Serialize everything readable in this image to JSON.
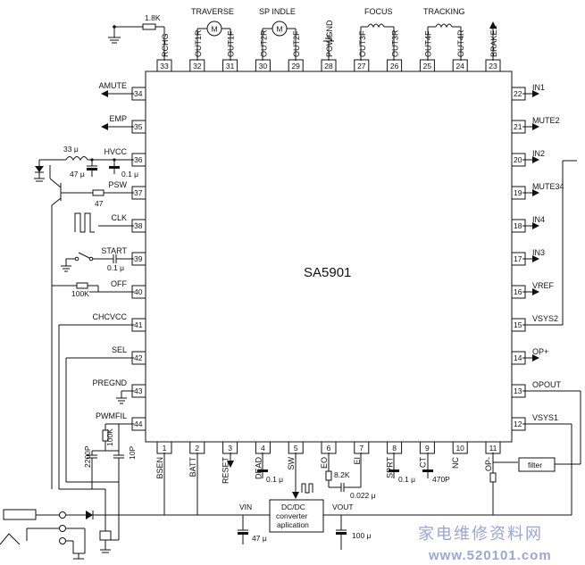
{
  "chip": {
    "name": "SA5901"
  },
  "pins_left": [
    {
      "num": "34",
      "label": "AMUTE"
    },
    {
      "num": "35",
      "label": "EMP"
    },
    {
      "num": "36",
      "label": "HVCC"
    },
    {
      "num": "37",
      "label": "PSW"
    },
    {
      "num": "38",
      "label": "CLK"
    },
    {
      "num": "39",
      "label": "START"
    },
    {
      "num": "40",
      "label": "OFF"
    },
    {
      "num": "41",
      "label": "CHCVCC"
    },
    {
      "num": "42",
      "label": "SEL"
    },
    {
      "num": "43",
      "label": "PREGND"
    },
    {
      "num": "44",
      "label": "PWMFIL"
    }
  ],
  "pins_right": [
    {
      "num": "22",
      "label": "IN1"
    },
    {
      "num": "21",
      "label": "MUTE2"
    },
    {
      "num": "20",
      "label": "IN2"
    },
    {
      "num": "19",
      "label": "MUTE34"
    },
    {
      "num": "18",
      "label": "IN4"
    },
    {
      "num": "17",
      "label": "IN3"
    },
    {
      "num": "16",
      "label": "VREF"
    },
    {
      "num": "15",
      "label": "VSYS2"
    },
    {
      "num": "14",
      "label": "OP+"
    },
    {
      "num": "13",
      "label": "OPOUT"
    },
    {
      "num": "12",
      "label": "VSYS1"
    }
  ],
  "pins_top": [
    {
      "num": "33",
      "label": "RCHG"
    },
    {
      "num": "32",
      "label": "OUT1R"
    },
    {
      "num": "31",
      "label": "OUT1F"
    },
    {
      "num": "30",
      "label": "OUT2R"
    },
    {
      "num": "29",
      "label": "OUT2F"
    },
    {
      "num": "28",
      "label": "POWGND"
    },
    {
      "num": "27",
      "label": "OUT3F"
    },
    {
      "num": "26",
      "label": "OUT3R"
    },
    {
      "num": "25",
      "label": "OUT4F"
    },
    {
      "num": "24",
      "label": "OUT4R"
    },
    {
      "num": "23",
      "label": "BRAKE1"
    }
  ],
  "pins_bottom": [
    {
      "num": "1",
      "label": "BSEN"
    },
    {
      "num": "2",
      "label": "BATT"
    },
    {
      "num": "3",
      "label": "RESET"
    },
    {
      "num": "4",
      "label": "DEAD"
    },
    {
      "num": "5",
      "label": "SW"
    },
    {
      "num": "6",
      "label": "EO"
    },
    {
      "num": "7",
      "label": "EI"
    },
    {
      "num": "8",
      "label": "SPRT"
    },
    {
      "num": "9",
      "label": "CT"
    },
    {
      "num": "10",
      "label": "NC"
    },
    {
      "num": "11",
      "label": "OP-"
    }
  ],
  "top_groups": {
    "traverse": "TRAVERSE",
    "spindle": "SP INDLE",
    "focus": "FOCUS",
    "tracking": "TRACKING",
    "motor_symbol": "M"
  },
  "components": {
    "r_rchg": "1.8K",
    "l_hvcc": "33 μ",
    "c_hvcc_47": "47 μ",
    "c_hvcc_01": "0.1 μ",
    "r_psw": "47",
    "c_start": "0.1 μ",
    "r_off": "100K",
    "c_pwmfil_2200p": "2200P",
    "r_pwmfil_100k": "100K",
    "c_pwmfil_10p": "10P",
    "c_dead": "0.1 μ",
    "r_eo": "8.2K",
    "c_eo": "0.022 μ",
    "c_sprt": "0.1 μ",
    "c_ct": "470P",
    "filter": "filter",
    "dcdc_line1": "DC/DC",
    "dcdc_line2": "converter",
    "dcdc_line3": "aplication",
    "vin": "VIN",
    "vout": "VOUT",
    "c_vin": "47 μ",
    "c_vout": "100 μ"
  },
  "watermark": {
    "cn": "家电维修资料网",
    "url": "www.520101.com"
  }
}
